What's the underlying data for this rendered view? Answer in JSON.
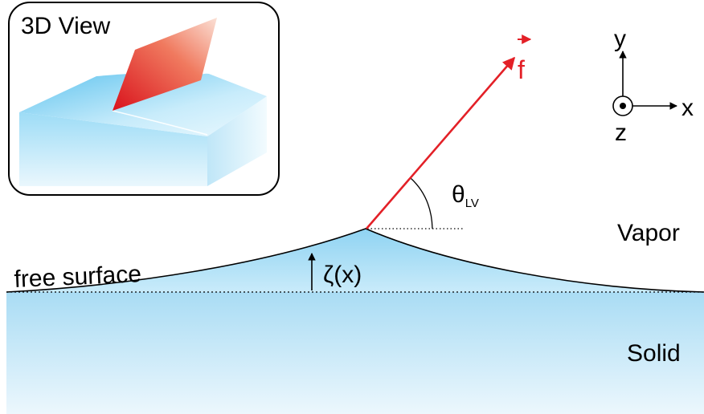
{
  "inset": {
    "title": "3D View"
  },
  "labels": {
    "force": "f",
    "angle_symbol": "θ",
    "angle_subscript": "LV",
    "vapor": "Vapor",
    "solid": "Solid",
    "free_surface": "free surface",
    "height": "ζ(x)"
  },
  "axes": {
    "y": "y",
    "x": "x",
    "z": "z"
  },
  "colors": {
    "force": "#e32027",
    "solid_light": "#e9f5fc",
    "solid_dark": "#a9dcf4",
    "outline": "#000000"
  }
}
